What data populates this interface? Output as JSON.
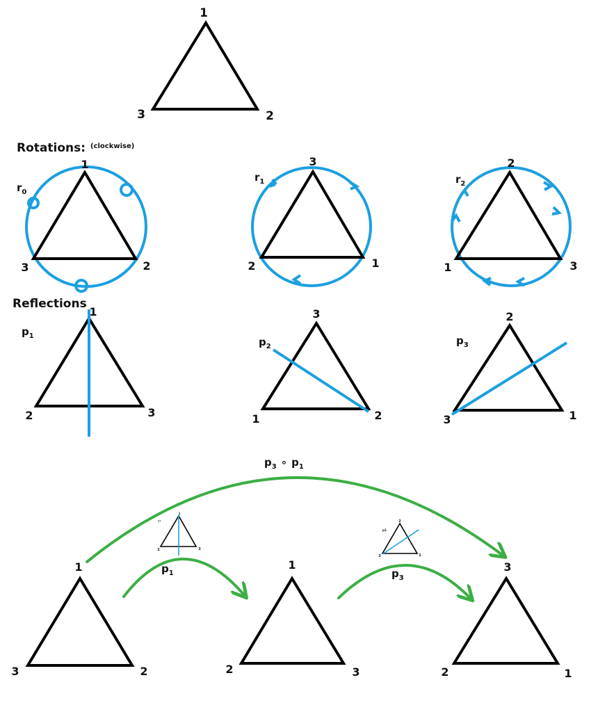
{
  "colors": {
    "reflection_axis": "#1c9fe0",
    "rotation_circle": "#1c9fe0",
    "composition_arrow": "#3cae45",
    "triangle": "#000000"
  },
  "top_triangle": {
    "labels": [
      "1",
      "3",
      "2"
    ]
  },
  "rotations": {
    "title": "Rotations:",
    "note": "(clockwise)",
    "items": [
      {
        "name": "r",
        "sub": "0",
        "labels": [
          "1",
          "3",
          "2"
        ]
      },
      {
        "name": "r",
        "sub": "1",
        "labels": [
          "3",
          "2",
          "1"
        ]
      },
      {
        "name": "r",
        "sub": "2",
        "labels": [
          "2",
          "1",
          "3"
        ]
      }
    ]
  },
  "reflections": {
    "title": "Reflections",
    "items": [
      {
        "name": "p",
        "sub": "1",
        "labels": [
          "1",
          "2",
          "3"
        ]
      },
      {
        "name": "p",
        "sub": "2",
        "labels": [
          "3",
          "1",
          "2"
        ]
      },
      {
        "name": "p",
        "sub": "3",
        "labels": [
          "2",
          "3",
          "1"
        ]
      }
    ]
  },
  "composition": {
    "label_p3": "p",
    "label_p3_sub": "3",
    "operator": "∘",
    "label_p1": "p",
    "label_p1_sub": "1",
    "step1": {
      "name": "p",
      "sub": "1",
      "mini_labels": [
        "1",
        "2",
        "3"
      ],
      "mini_name": "p1"
    },
    "step2": {
      "name": "p",
      "sub": "3",
      "mini_labels": [
        "2",
        "3",
        "1"
      ],
      "mini_name": "p3"
    },
    "triangles": [
      {
        "labels": [
          "1",
          "3",
          "2"
        ]
      },
      {
        "labels": [
          "1",
          "2",
          "3"
        ]
      },
      {
        "labels": [
          "3",
          "2",
          "1"
        ]
      }
    ]
  }
}
